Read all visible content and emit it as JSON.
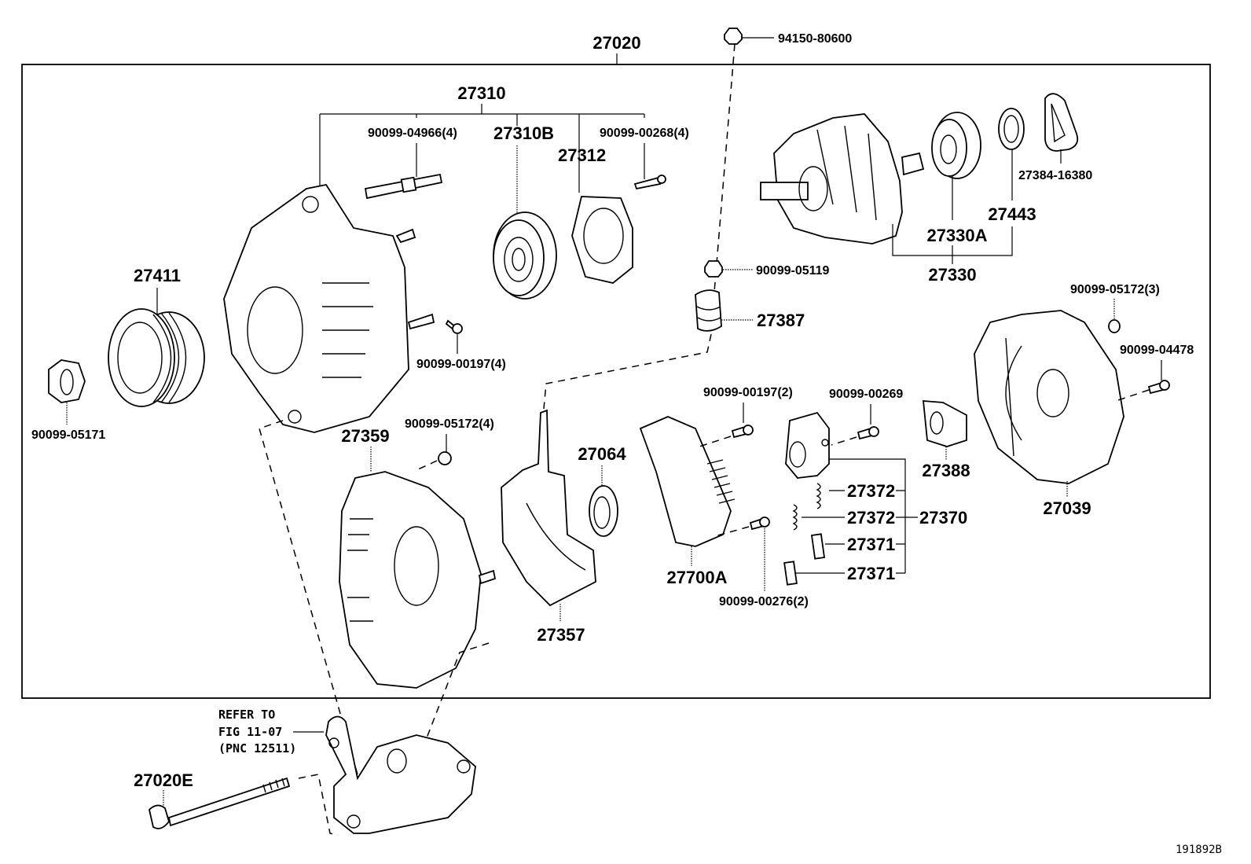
{
  "diagram": {
    "title": "Alternator exploded parts diagram",
    "figure_code": "191892B",
    "assembly_label": "27020",
    "note": {
      "line1": "REFER TO",
      "line2": "FIG 11-07",
      "line3": "(PNC 12511)"
    },
    "labels": {
      "p27020": "27020",
      "p94150_80600": "94150-80600",
      "p27310": "27310",
      "p90099_04966": "90099-04966(4)",
      "p27310B": "27310B",
      "p27312": "27312",
      "p90099_00268": "90099-00268(4)",
      "p27384_16380": "27384-16380",
      "p27443": "27443",
      "p27330A": "27330A",
      "p27330": "27330",
      "p90099_05119": "90099-05119",
      "p27411": "27411",
      "p90099_00197_4": "90099-00197(4)",
      "p27387": "27387",
      "p90099_05172_3": "90099-05172(3)",
      "p90099_04478": "90099-04478",
      "p90099_05171": "90099-05171",
      "p90099_00197_2": "90099-00197(2)",
      "p90099_00269": "90099-00269",
      "p27359": "27359",
      "p90099_05172_4": "90099-05172(4)",
      "p27064": "27064",
      "p27388": "27388",
      "p27039": "27039",
      "p27372a": "27372",
      "p27372b": "27372",
      "p27370": "27370",
      "p27371a": "27371",
      "p27371b": "27371",
      "p27700A": "27700A",
      "p90099_00276": "90099-00276(2)",
      "p27357": "27357",
      "p27020E": "27020E"
    }
  }
}
